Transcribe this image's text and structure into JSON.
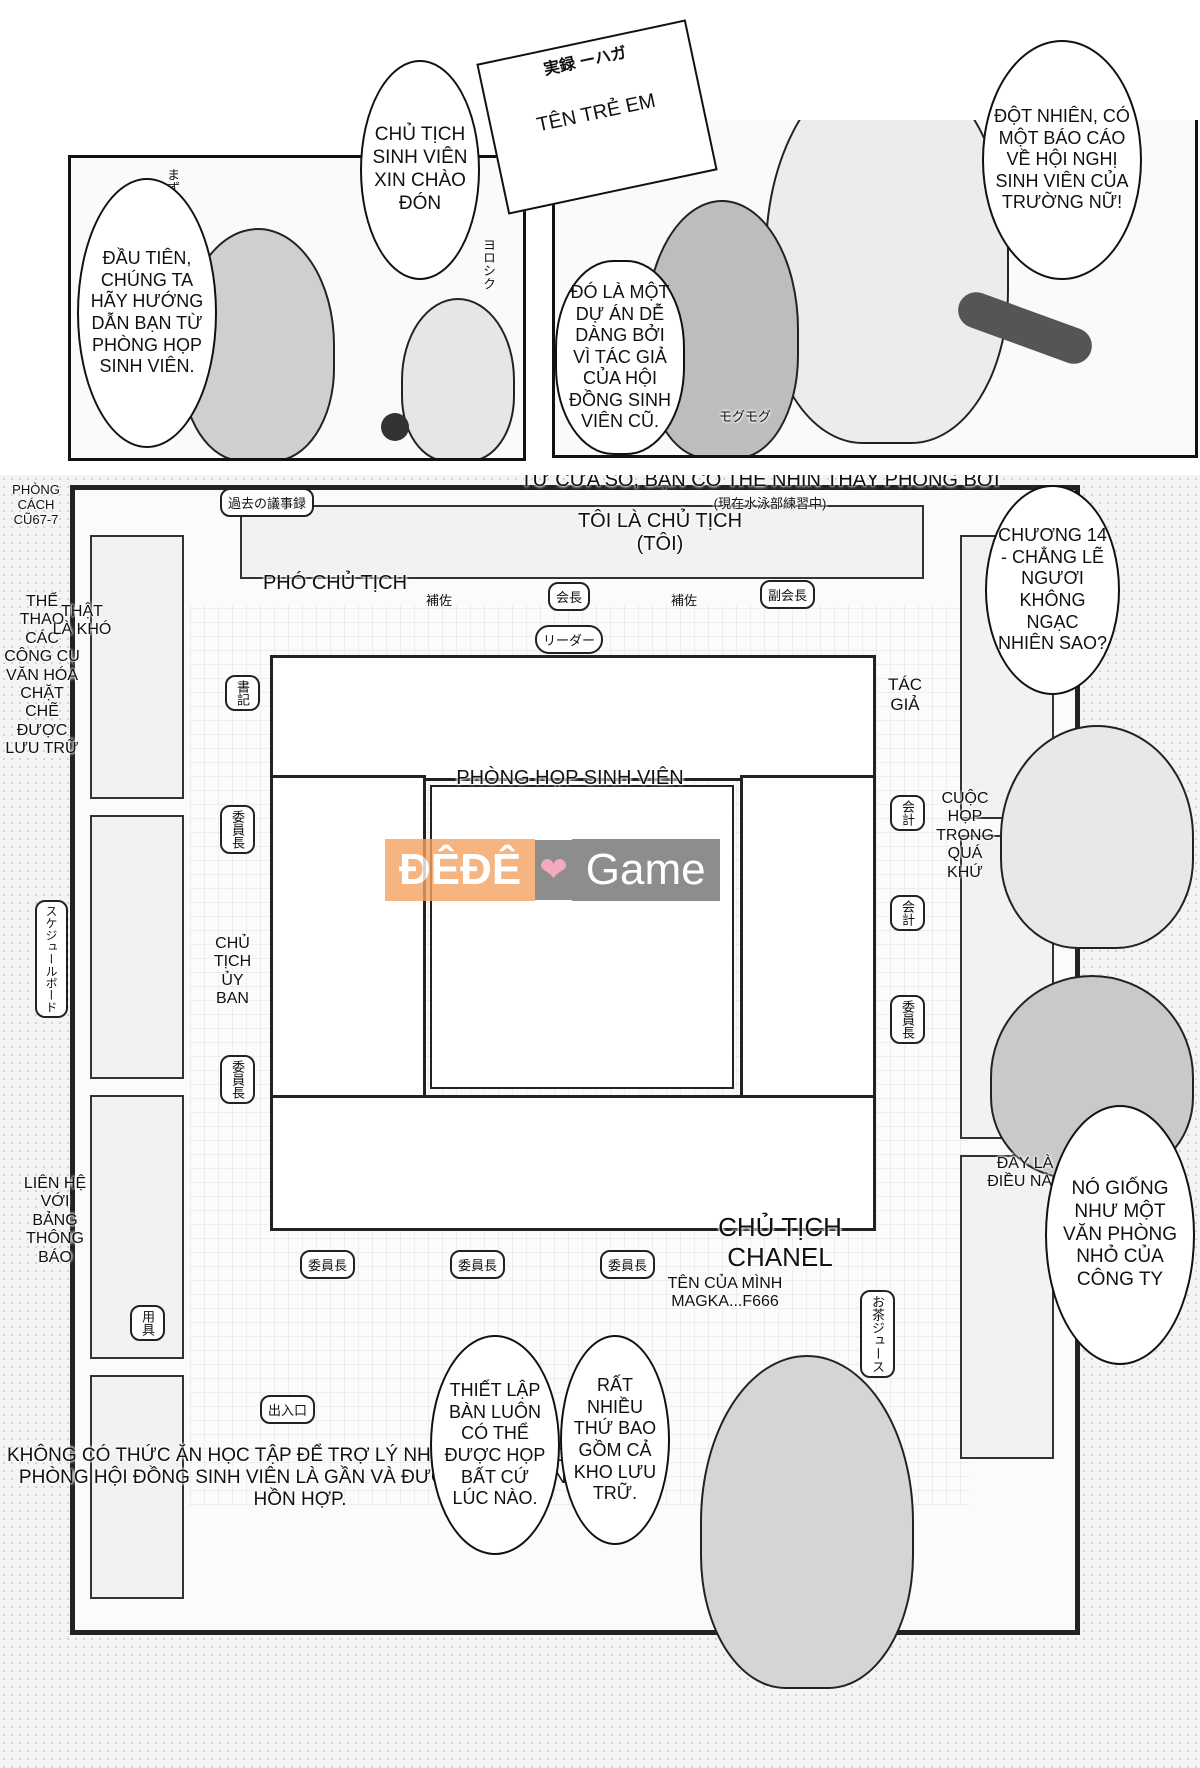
{
  "panel_top_left": {
    "bubble_president": "CHỦ TỊCH SINH VIÊN XIN CHÀO ĐÓN",
    "bubble_guide": "ĐẦU TIÊN, CHÚNG TA HÃY HƯỚNG DẪN BẠN TỪ PHÒNG HỌP SINH VIÊN.",
    "sfx_mazuwa": "まずは",
    "sfx_yoroshiku": "ヨロシク"
  },
  "panel_top_right": {
    "sign_text_jp": "実録 ーハガ",
    "sign_text_vn": "TÊN TRẺ EM",
    "bubble_report": "ĐỘT NHIÊN, CÓ MỘT BÁO CÁO VỀ HỘI NGHỊ SINH VIÊN CỦA TRƯỜNG NỮ!",
    "bubble_project": "ĐÓ LÀ MỘT DỰ ÁN DỄ DÀNG BỞI VÌ TÁC GIẢ CỦA HỘI ĐỒNG SINH VIÊN CŨ.",
    "sfx_mogu": "モグモグ"
  },
  "map": {
    "window_note": "TỪ CỬA SỔ, BẠN CÓ THỂ NHÌN THẤY PHÒNG BƠI",
    "window_note_sub": "(現在水泳部練習中)",
    "old_room_label": "PHÒNG CÁCH CŨ67-7",
    "minutes_tag": "過去の議事録",
    "president_self": "TÔI LÀ CHỦ TỊCH (TÔI)",
    "vice_president": "PHÓ CHỦ TỊCH",
    "seat_president": "会長",
    "seat_vice": "副会長",
    "seat_assistant": "補佐",
    "seat_leader": "リーダー",
    "chapter_bubble": "CHƯƠNG 14 - CHẲNG LẼ NGƯƠI KHÔNG NGẠC NHIÊN SAO?",
    "author_label": "TÁC GIẢ",
    "sports_storage": "THỂ THAO CÁC CÔNG CỤ VĂN HÓA CHẶT CHẼ ĐƯỢC LƯU TRỮ",
    "that_la_kho": "THẬT LÀ KHÓ",
    "room_title": "PHÒNG HỌP SINH VIÊN",
    "past_meeting": "CUỘC HỌP TRONG QUÁ KHỨ",
    "committee_chair": "CHỦ TỊCH ỦY BAN",
    "seat_secretary": "書記",
    "seat_member": "委員長",
    "seat_accounting": "会計",
    "seat_member2": "委員長",
    "schedule_board": "スケジュールボード",
    "contact_board": "LIÊN HỆ VỚI BẢNG THÔNG BÁO",
    "here_label": "ĐÂY LÀ ĐIỀU NÀY",
    "office_bubble": "NÓ GIỐNG NHƯ MỘT VĂN PHÒNG NHỎ CỦA CÔNG TY",
    "chanel_label": "CHỦ TỊCH CHANEL",
    "name_label": "TÊN CỦA MÌNH MAGKA...F666",
    "setup_bubble": "THIẾT LẬP BÀN LUÔN CÓ THỂ ĐƯỢC HỌP BẤT CỨ LÚC NÀO.",
    "many_items_bubble": "RẤT NHIỀU THỨ BAO GỒM CẢ KHO LƯU TRỮ.",
    "bottom_note": "KHÔNG CÓ THỨC ĂN HỌC TẬP ĐỂ TRỢ LÝ NHƯNG TẤT CẢ CÁC PHÒNG HỘI ĐỒNG SINH VIÊN LÀ GẦN VÀ ĐƯỢC MUA TRONG HỒN HỢP.",
    "exit_tag": "出入口",
    "tools_tag": "用具",
    "juice_tag": "お茶ジュース"
  },
  "watermark": {
    "left": "ĐÊĐÊ",
    "heart": "❤",
    "right": "Game"
  },
  "colors": {
    "ink": "#111111",
    "paper": "#ffffff",
    "watermark_orange": "#f4a261",
    "watermark_gray": "#7a7a7a"
  }
}
